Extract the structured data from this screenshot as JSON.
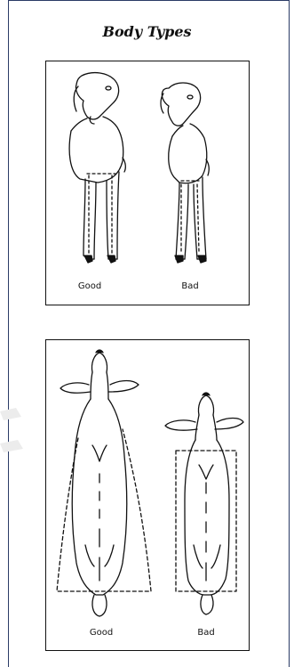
{
  "page": {
    "title": "Body Types"
  },
  "front_view": {
    "good_label": "Good",
    "bad_label": "Bad"
  },
  "top_view": {
    "good_label": "Good",
    "bad_label": "Bad"
  }
}
